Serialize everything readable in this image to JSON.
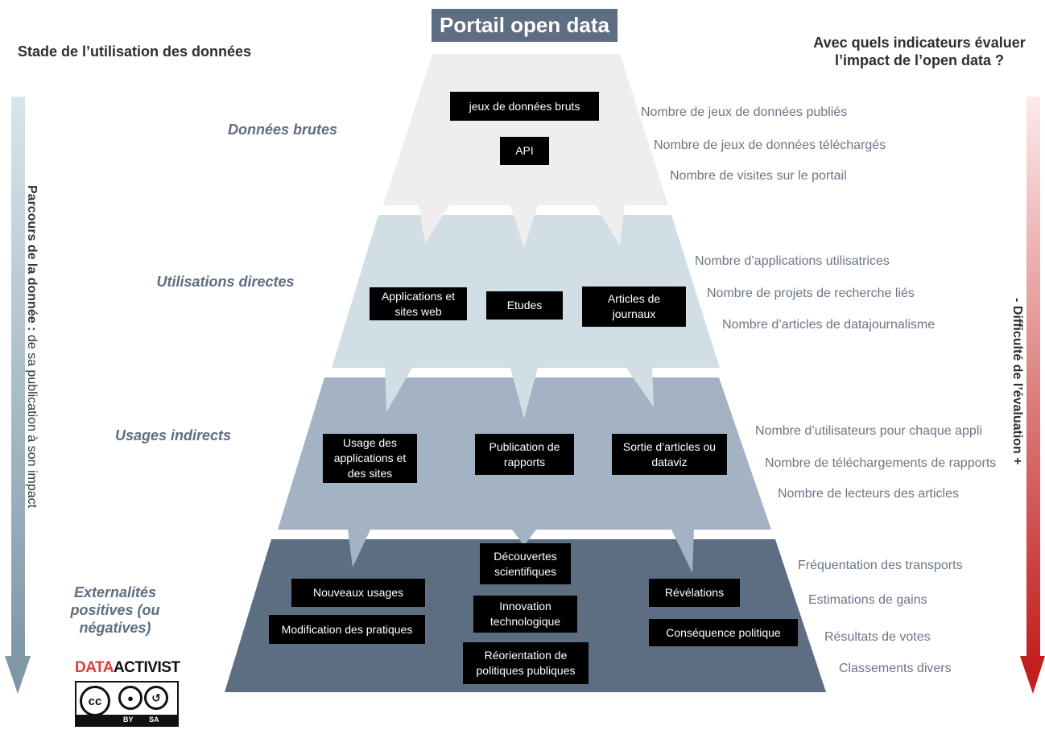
{
  "title": "Portail open data",
  "left_heading": "Stade de l’utilisation des données",
  "right_heading": "Avec quels indicateurs évaluer l’impact de l’open data ?",
  "left_axis": {
    "bold": "Parcours de la donnée :",
    "rest": " de sa publication à son impact"
  },
  "right_axis": "- Difficulté de l’évaluation +",
  "stages": [
    {
      "label": "Données brutes",
      "boxes": [
        "jeux de données bruts",
        "API"
      ],
      "indicators": [
        "Nombre de jeux de données publiés",
        "Nombre de jeux de données téléchargés",
        "Nombre de visites sur le portail"
      ]
    },
    {
      "label": "Utilisations directes",
      "boxes": [
        "Applications et sites web",
        "Etudes",
        "Articles de journaux"
      ],
      "indicators": [
        "Nombre d’applications utilisatrices",
        "Nombre de projets de recherche liés",
        "Nombre d’articles de datajournalisme"
      ]
    },
    {
      "label": "Usages indirects",
      "boxes": [
        "Usage des applications et des sites",
        "Publication de rapports",
        "Sortie d’articles ou dataviz"
      ],
      "indicators": [
        "Nombre d’utilisateurs pour chaque appli",
        "Nombre de téléchargements de rapports",
        "Nombre de lecteurs des articles"
      ]
    },
    {
      "label": "Externalités positives (ou négatives)",
      "boxes": [
        "Nouveaux usages",
        "Modification des pratiques",
        "Découvertes scientifiques",
        "Innovation technologique",
        "Réorientation de politiques publiques",
        "Révélations",
        "Conséquence politique"
      ],
      "indicators": [
        "Fréquentation des transports",
        "Estimations de gains",
        "Résultats de votes",
        "Classements divers"
      ]
    }
  ],
  "logo": {
    "part1": "DATA",
    "part2": "ACTIVIST"
  },
  "license": {
    "cc": "cc",
    "by": "BY",
    "sa": "SA"
  },
  "colors": {
    "tier1": "#eeeeee",
    "tier2": "#d1dee6",
    "tier3": "#a3b3c4",
    "tier4": "#5d6d82",
    "accent_red": "#c2201e",
    "arrow_blue": "#8fa6b3"
  }
}
